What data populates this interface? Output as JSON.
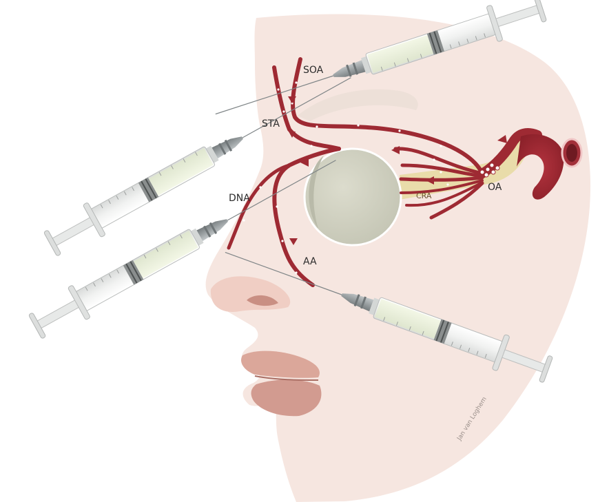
{
  "labels": {
    "soa": "SOA",
    "sta": "STA",
    "dna": "DNA",
    "aa": "AA",
    "cra": "CRA",
    "oa": "OA"
  },
  "signature": "Jan van Loghem",
  "colors": {
    "skin": "#f6e4dd",
    "artery": "#9e2a33",
    "artery_dark": "#7d1d27",
    "eyeball": "#d3d3c4",
    "nerve": "#e9dcaa",
    "syringe_body": "#f3f3f3",
    "needle_hub": "#9ea3a5"
  }
}
